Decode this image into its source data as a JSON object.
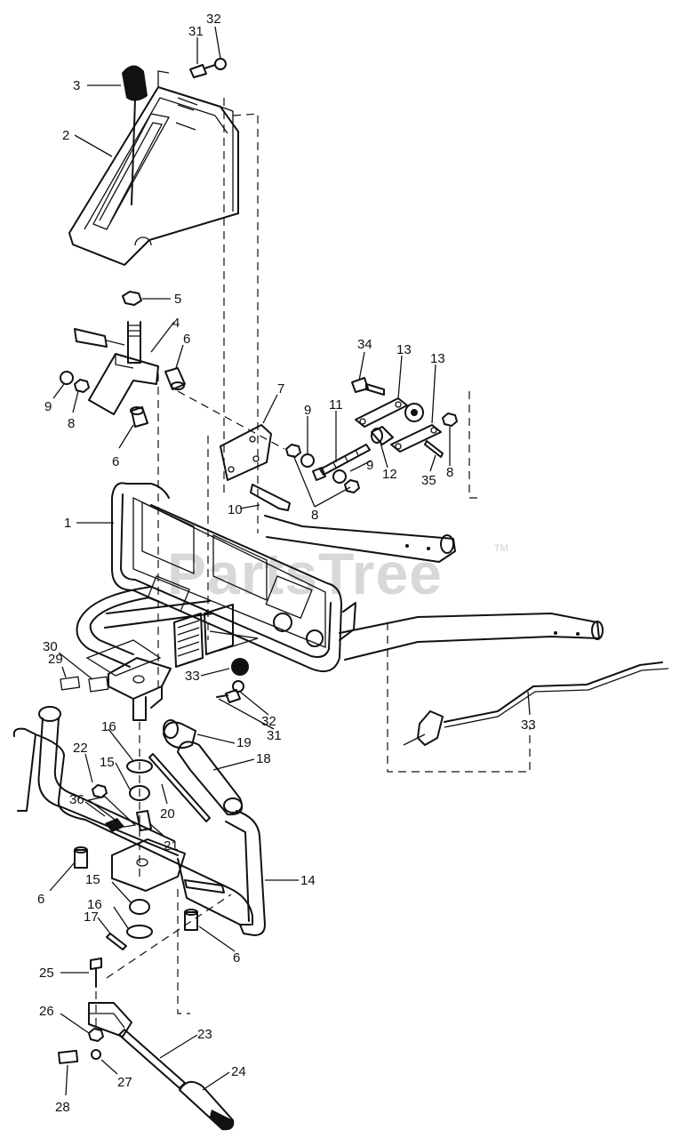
{
  "watermark": {
    "text": "PartsTree",
    "mark": "TM"
  },
  "callouts": [
    {
      "id": "c32a",
      "label": "32"
    },
    {
      "id": "c31a",
      "label": "31"
    },
    {
      "id": "c3",
      "label": "3"
    },
    {
      "id": "c2",
      "label": "2"
    },
    {
      "id": "c5",
      "label": "5"
    },
    {
      "id": "c4",
      "label": "4"
    },
    {
      "id": "c6a",
      "label": "6"
    },
    {
      "id": "c9a",
      "label": "9"
    },
    {
      "id": "c8a",
      "label": "8"
    },
    {
      "id": "c6b",
      "label": "6"
    },
    {
      "id": "c7",
      "label": "7"
    },
    {
      "id": "c34",
      "label": "34"
    },
    {
      "id": "c13a",
      "label": "13"
    },
    {
      "id": "c13b",
      "label": "13"
    },
    {
      "id": "c9b",
      "label": "9"
    },
    {
      "id": "c11",
      "label": "11"
    },
    {
      "id": "c9c",
      "label": "9"
    },
    {
      "id": "c12",
      "label": "12"
    },
    {
      "id": "c35",
      "label": "35"
    },
    {
      "id": "c8b",
      "label": "8"
    },
    {
      "id": "c8c",
      "label": "8"
    },
    {
      "id": "c10",
      "label": "10"
    },
    {
      "id": "c1",
      "label": "1"
    },
    {
      "id": "c29",
      "label": "29"
    },
    {
      "id": "c30",
      "label": "30"
    },
    {
      "id": "c33a",
      "label": "33"
    },
    {
      "id": "c32b",
      "label": "32"
    },
    {
      "id": "c31b",
      "label": "31"
    },
    {
      "id": "c19",
      "label": "19"
    },
    {
      "id": "c16a",
      "label": "16"
    },
    {
      "id": "c18",
      "label": "18"
    },
    {
      "id": "c15a",
      "label": "15"
    },
    {
      "id": "c22",
      "label": "22"
    },
    {
      "id": "c36",
      "label": "36"
    },
    {
      "id": "c20",
      "label": "20"
    },
    {
      "id": "c21",
      "label": "21"
    },
    {
      "id": "c33b",
      "label": "33"
    },
    {
      "id": "c14",
      "label": "14"
    },
    {
      "id": "c6c",
      "label": "6"
    },
    {
      "id": "c15b",
      "label": "15"
    },
    {
      "id": "c16b",
      "label": "16"
    },
    {
      "id": "c17",
      "label": "17"
    },
    {
      "id": "c6d",
      "label": "6"
    },
    {
      "id": "c25",
      "label": "25"
    },
    {
      "id": "c26",
      "label": "26"
    },
    {
      "id": "c23",
      "label": "23"
    },
    {
      "id": "c24",
      "label": "24"
    },
    {
      "id": "c27",
      "label": "27"
    },
    {
      "id": "c28",
      "label": "28"
    }
  ]
}
